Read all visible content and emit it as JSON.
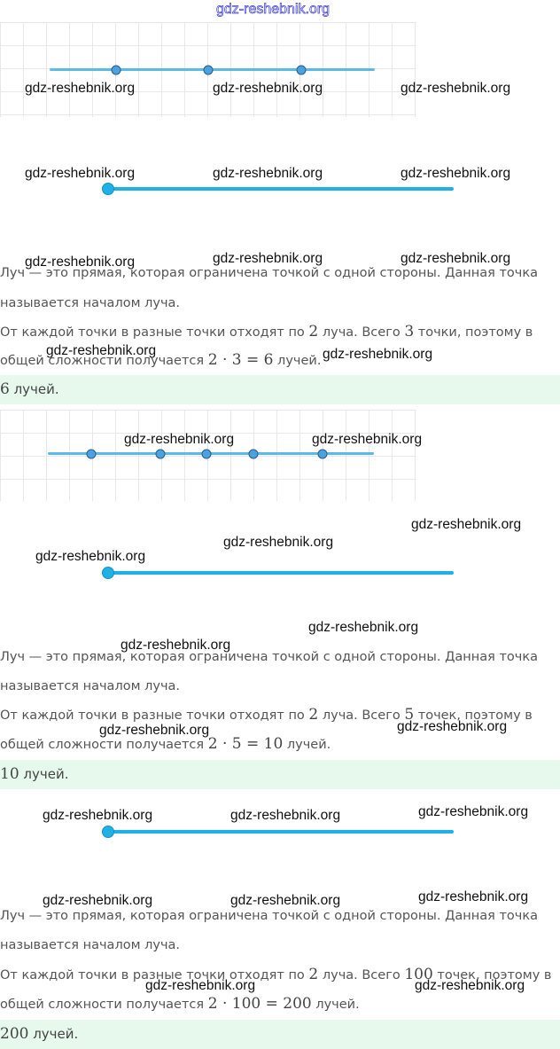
{
  "watermark": "gdz-reshebnik.org",
  "sections": [
    {
      "def1": "Луч — это прямая, которая ограничена точкой с одной стороны. Данная точка",
      "def2": "называется началом луча.",
      "l1a": "От каждой точки в разные точки отходят по ",
      "two": "2",
      "l1b": " луча. Всего ",
      "n": "3",
      "l1c": " точки, поэтому в",
      "l2a": "общей сложности получается ",
      "expr": "2 · 3 = 6",
      "l2b": " лучей.",
      "ans_num": "6",
      "ans_text": " лучей."
    },
    {
      "def1": "Луч — это прямая, которая ограничена точкой с одной стороны. Данная точка",
      "def2": "называется началом луча.",
      "l1a": "От каждой точки в разные точки отходят по ",
      "two": "2",
      "l1b": " луча. Всего ",
      "n": "5",
      "l1c": " точек, поэтому в",
      "l2a": "общей сложности получается ",
      "expr": "2 · 5 = 10",
      "l2b": " лучей.",
      "ans_num": "10",
      "ans_text": " лучей."
    },
    {
      "def1": "Луч — это прямая, которая ограничена точкой с одной стороны. Данная точка",
      "def2": "называется началом луча.",
      "l1a": "От каждой точки в разные точки отходят по ",
      "two": "2",
      "l1b": " луча. Всего ",
      "n": "100",
      "l1c": " точек, поэтому в",
      "l2a": "общей сложности получается ",
      "expr": "2 · 100 = 200",
      "l2b": " лучей.",
      "ans_num": "200",
      "ans_text": " лучей."
    }
  ],
  "colors": {
    "ray": "#1fb1e6",
    "answer_bg": "#e6f9ec"
  }
}
